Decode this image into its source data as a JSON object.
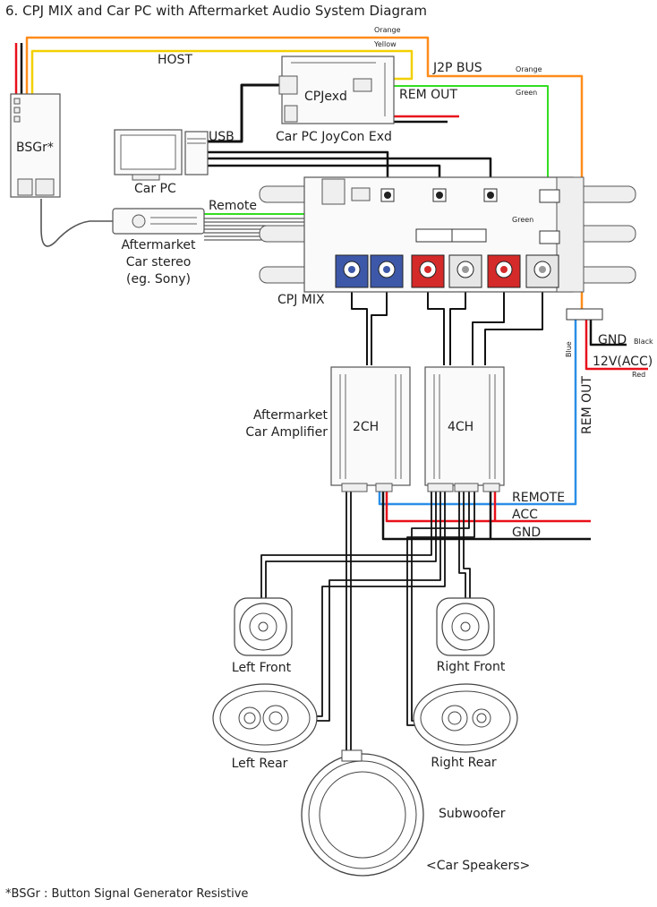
{
  "title": "6. CPJ MIX and Car PC with Aftermarket Audio System Diagram",
  "footnote": "*BSGr : Button Signal Generator Resistive",
  "devices": {
    "bsgr": "BSGr*",
    "cpjexd": "CPJexd",
    "joycon": "Car PC JoyCon Exd",
    "car_pc": "Car PC",
    "stereo_line1": "Aftermarket",
    "stereo_line2": "Car stereo",
    "stereo_line3": "(eg. Sony)",
    "cpj_mix": "CPJ MIX",
    "amp_line1": "Aftermarket",
    "amp_line2": "Car Amplifier",
    "amp_2ch": "2CH",
    "amp_4ch": "4CH"
  },
  "wires": {
    "host": "HOST",
    "usb": "USB",
    "j2p_bus": "J2P BUS",
    "rem_out_top": "REM OUT",
    "remote_top": "Remote",
    "rem_out_side": "REM OUT",
    "remote": "REMOTE",
    "acc": "ACC",
    "gnd": "GND",
    "gnd_right": "GND",
    "acc_right": "12V(ACC)"
  },
  "wire_colors": {
    "orange_top": "Orange",
    "yellow_top": "Yellow",
    "orange_right": "Orange",
    "green_top": "Green",
    "green_mid": "Green",
    "black": "Black",
    "red": "Red",
    "blue": "Blue"
  },
  "speakers": {
    "left_front": "Left Front",
    "right_front": "Right Front",
    "left_rear": "Left Rear",
    "right_rear": "Right Rear",
    "subwoofer": "Subwoofer",
    "group": "<Car Speakers>"
  },
  "colors": {
    "orange": "#ff8c1a",
    "yellow": "#f2d000",
    "green": "#33dd22",
    "red": "#e8101a",
    "blue": "#2a8fe8",
    "black": "#111111",
    "rca_blue": "#3d58a8",
    "rca_red": "#d42a2a",
    "rca_gray": "#e6e6e6"
  }
}
